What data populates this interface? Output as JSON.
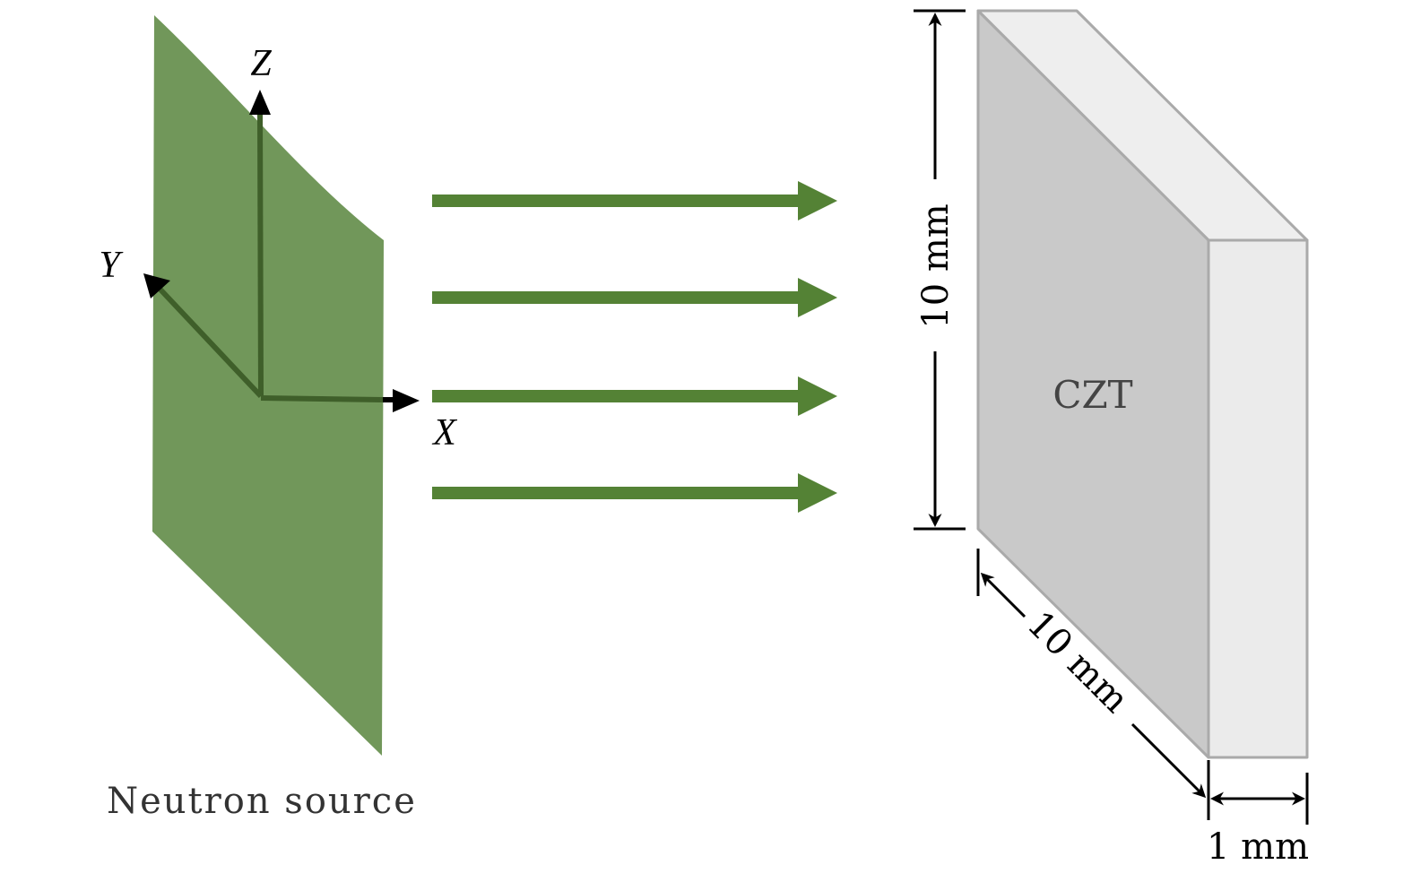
{
  "source": {
    "label": "Neutron source",
    "axes": {
      "x": "X",
      "y": "Y",
      "z": "Z"
    }
  },
  "beam": {
    "arrow_count": 4
  },
  "detector": {
    "label": "CZT",
    "height_label": "10 mm",
    "width_label": "10 mm",
    "thickness_label": "1 mm"
  },
  "colors": {
    "plane": "#71975a",
    "beam": "#548235",
    "axis_inside": "#3f5f2a",
    "front": "#c9c9c9",
    "top": "#eeeeee",
    "side": "#ebebeb",
    "edge": "#aaaaaa"
  }
}
